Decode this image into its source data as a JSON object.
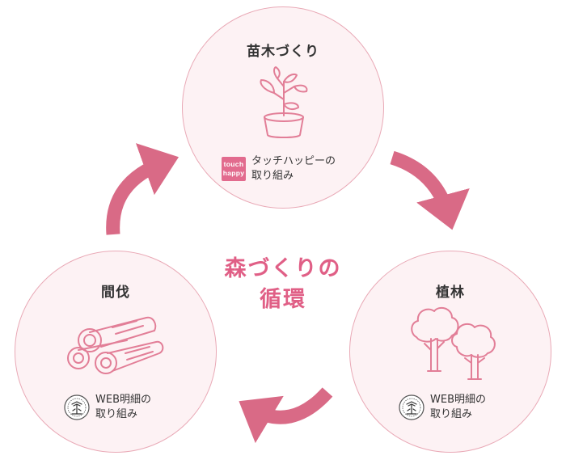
{
  "diagram": {
    "center": {
      "line1": "森づくりの",
      "line2": "循環"
    },
    "stages": [
      {
        "title": "苗木づくり",
        "icon": "potted-sapling-icon",
        "initiative_badge": {
          "line1": "touch",
          "line2": "happy"
        },
        "initiative_text_1": "タッチハッピーの",
        "initiative_text_2": "取り組み"
      },
      {
        "title": "植林",
        "icon": "trees-icon",
        "initiative_badge_icon": "web-meisai-seal-icon",
        "initiative_text_1": "WEB明細の",
        "initiative_text_2": "取り組み"
      },
      {
        "title": "間伐",
        "icon": "logs-icon",
        "initiative_badge_icon": "web-meisai-seal-icon",
        "initiative_text_1": "WEB明細の",
        "initiative_text_2": "取り組み"
      }
    ],
    "colors": {
      "circle_fill": "#fdf2f4",
      "circle_border": "#e9a9b6",
      "arrow": "#d96a86",
      "center_text": "#e05f86",
      "illustration_stroke": "#e27e97"
    }
  }
}
